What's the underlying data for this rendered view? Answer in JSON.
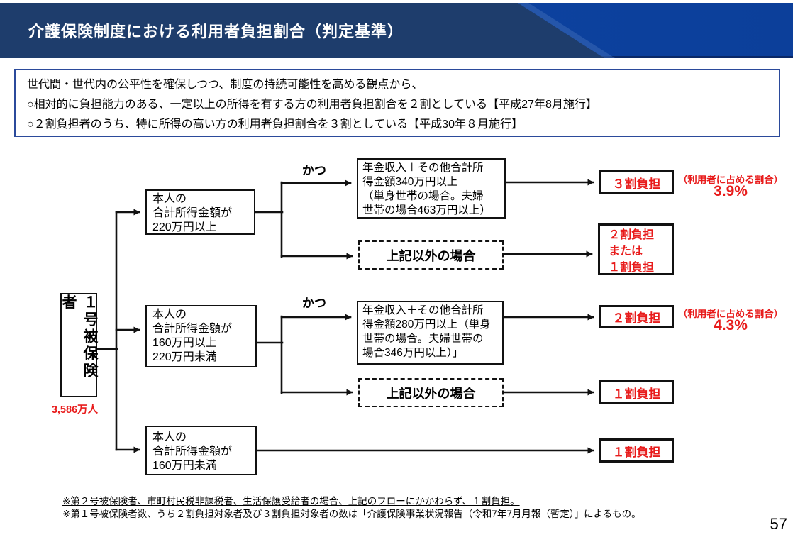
{
  "header": {
    "title": "介護保険制度における利用者負担割合（判定基準）"
  },
  "intro": {
    "lines": [
      "世代間・世代内の公平性を確保しつつ、制度の持続可能性を高める観点から、",
      "○相対的に負担能力のある、一定以上の所得を有する方の利用者負担割合を２割としている【平成27年8月施行】",
      "○２割負担者のうち、特に所得の高い方の利用者負担割合を３割としている【平成30年８月施行】"
    ]
  },
  "flow": {
    "insured": {
      "label": "１号被保険者",
      "count": "3,586万人"
    },
    "and_label": "かつ",
    "branch_high": {
      "income": "本人の\n合計所得金額が\n220万円以上",
      "condition": "年金収入＋その他合計所\n得金額340万円以上\n（単身世帯の場合。夫婦\n世帯の場合463万円以上）",
      "other": "上記以外の場合",
      "result_condition": "３割負担",
      "result_other": "２割負担\nまたは\n１割負担",
      "share_caption": "（利用者に占める割合）",
      "share_value": "3.9%"
    },
    "branch_mid": {
      "income": "本人の\n合計所得金額が\n160万円以上\n220万円未満",
      "condition": "年金収入＋その他合計所\n得金額280万円以上（単身\n世帯の場合。夫婦世帯の\n場合346万円以上）」",
      "other": "上記以外の場合",
      "result_condition": "２割負担",
      "result_other": "１割負担",
      "share_caption": "（利用者に占める割合）",
      "share_value": "4.3%"
    },
    "branch_low": {
      "income": "本人の\n合計所得金額が\n160万円未満",
      "result": "１割負担"
    }
  },
  "notes": {
    "line1": "※第２号被保険者、市町村民税非課税者、生活保護受給者の場合、上記のフローにかかわらず、１割負担。",
    "line2": "※第１号被保険者数、うち２割負担対象者及び３割負担対象者の数は「介護保険事業状況報告（令和7年7月月報（暫定）」によるもの。"
  },
  "page_number": "57",
  "colors": {
    "accent_red": "#e81b1b",
    "header_navy": "#1e3d6c",
    "header_blue": "#0d45a4"
  }
}
